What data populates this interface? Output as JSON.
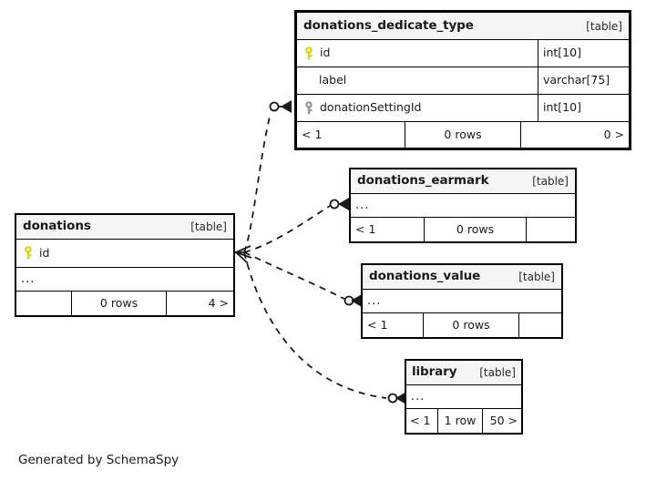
{
  "diagram": {
    "generator_caption": "Generated by SchemaSpy",
    "kind_label": "[table]",
    "ellipsis": "...",
    "colors": {
      "primary_key": "#e8e81e",
      "foreign_key": "#a8a8a8",
      "border": "#000000",
      "header_background": "#f5f5f5",
      "canvas_background": "#ffffff",
      "connector": "#1a1a1a"
    }
  },
  "tables": [
    {
      "id": "donations_dedicate_type",
      "name": "donations_dedicate_type",
      "kind": "[table]",
      "focal": true,
      "columns": [
        {
          "name": "id",
          "type": "int[10]",
          "key": "primary"
        },
        {
          "name": "label",
          "type": "varchar[75]",
          "key": "none"
        },
        {
          "name": "donationSettingId",
          "type": "int[10]",
          "key": "foreign"
        }
      ],
      "footer": {
        "left": "< 1",
        "middle": "0 rows",
        "right": "0 >"
      }
    },
    {
      "id": "donations_earmark",
      "name": "donations_earmark",
      "kind": "[table]",
      "focal": false,
      "columns": [],
      "has_ellipsis_row": true,
      "footer": {
        "left": "< 1",
        "middle": "0 rows",
        "right": ""
      }
    },
    {
      "id": "donations",
      "name": "donations",
      "kind": "[table]",
      "focal": false,
      "columns": [
        {
          "name": "id",
          "type": "",
          "key": "primary"
        }
      ],
      "has_ellipsis_row": true,
      "footer": {
        "left": "",
        "middle": "0 rows",
        "right": "4 >"
      }
    },
    {
      "id": "donations_value",
      "name": "donations_value",
      "kind": "[table]",
      "focal": false,
      "columns": [],
      "has_ellipsis_row": true,
      "footer": {
        "left": "< 1",
        "middle": "0 rows",
        "right": ""
      }
    },
    {
      "id": "library",
      "name": "library",
      "kind": "[table]",
      "focal": false,
      "columns": [],
      "has_ellipsis_row": true,
      "footer": {
        "left": "< 1",
        "middle": "1 row",
        "right": "50 >"
      }
    }
  ],
  "relationships": [
    {
      "from": "donations",
      "to": "donations_dedicate_type",
      "style": "dashed",
      "from_end": "crowsfoot",
      "to_end": "zero-or-more"
    },
    {
      "from": "donations",
      "to": "donations_earmark",
      "style": "dashed",
      "from_end": "crowsfoot",
      "to_end": "zero-or-more"
    },
    {
      "from": "donations",
      "to": "donations_value",
      "style": "dashed",
      "from_end": "crowsfoot",
      "to_end": "zero-or-more"
    },
    {
      "from": "donations",
      "to": "library",
      "style": "dashed",
      "from_end": "crowsfoot",
      "to_end": "zero-or-more"
    }
  ]
}
